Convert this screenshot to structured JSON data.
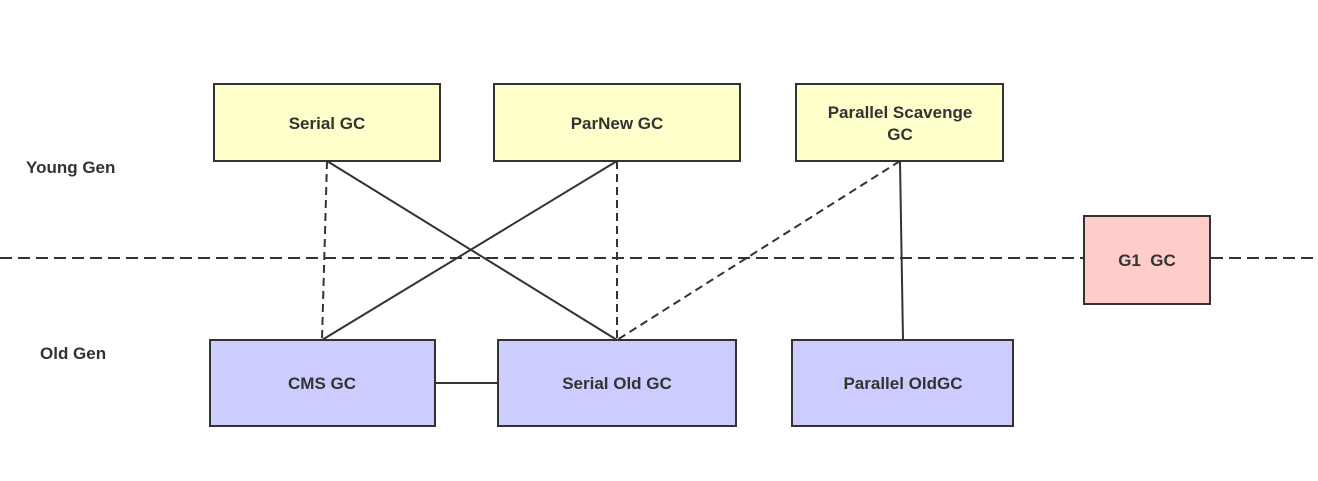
{
  "colors": {
    "young": "#ffffcc",
    "old": "#ccccff",
    "g1": "#ffcccc",
    "stroke": "#333333",
    "text": "#333333"
  },
  "generations": {
    "young": "Young Gen",
    "old": "Old Gen"
  },
  "collectors": {
    "serial": "Serial GC",
    "parnew": "ParNew GC",
    "parallel_scavenge_line1": "Parallel Scavenge",
    "parallel_scavenge_line2": "GC",
    "cms": "CMS GC",
    "serial_old": "Serial Old GC",
    "parallel_old": "Parallel OldGC",
    "g1": "G1  GC"
  }
}
